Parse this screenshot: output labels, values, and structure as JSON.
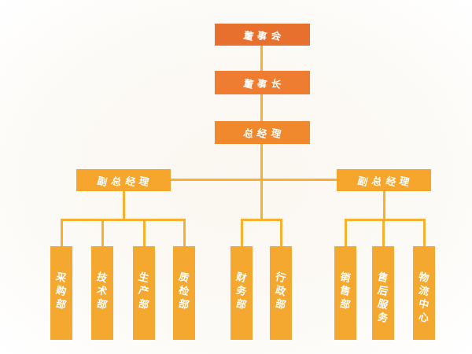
{
  "palette": {
    "background": "#fbf7f1",
    "level1_board": "#e7702f",
    "level2_chairman": "#ee7c31",
    "level3_gm": "#f0882e",
    "level4_vp": "#f6a52d",
    "department": "#f5a82f",
    "line": "#f9b02e",
    "text": "#ffffff"
  },
  "org": {
    "board": "董事会",
    "chairman": "董事长",
    "general_manager": "总经理",
    "deputy_left": "副总经理",
    "deputy_right": "副总经理",
    "departments": {
      "left": [
        "采购部",
        "技术部",
        "生产部",
        "质检部"
      ],
      "middle": [
        "财务部",
        "行政部"
      ],
      "right": [
        "销售部",
        "售后服务",
        "物流中心"
      ]
    }
  }
}
